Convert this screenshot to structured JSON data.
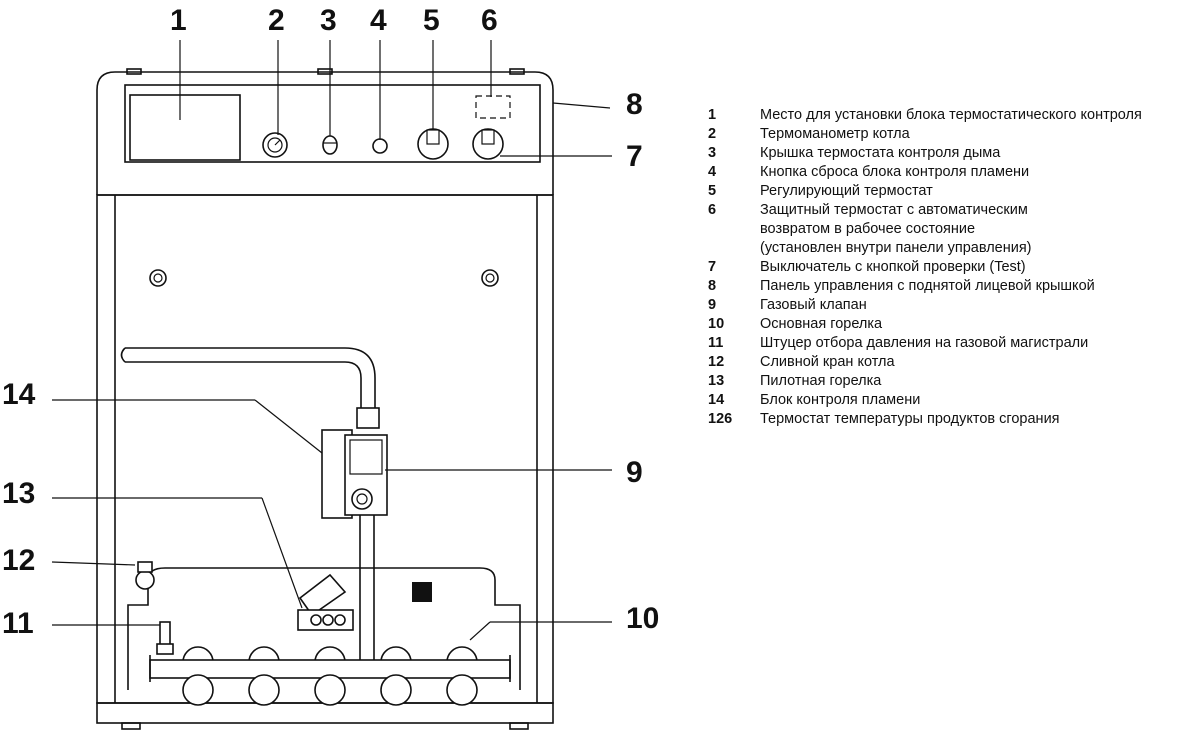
{
  "callouts": {
    "c1": "1",
    "c2": "2",
    "c3": "3",
    "c4": "4",
    "c5": "5",
    "c6": "6",
    "c7": "7",
    "c8": "8",
    "c9": "9",
    "c10": "10",
    "c11": "11",
    "c12": "12",
    "c13": "13",
    "c14": "14"
  },
  "legend": [
    {
      "num": "1",
      "text": "Место для установки блока термостатического контроля"
    },
    {
      "num": "2",
      "text": "Термоманометр котла"
    },
    {
      "num": "3",
      "text": "Крышка термостата контроля дыма"
    },
    {
      "num": "4",
      "text": "Кнопка сброса блока контроля пламени"
    },
    {
      "num": "5",
      "text": "Регулирующий термостат"
    },
    {
      "num": "6",
      "text": "Защитный термостат с автоматическим\nвозвратом в рабочее состояние\n(установлен внутри панели управления)"
    },
    {
      "num": "7",
      "text": "Выключатель с кнопкой проверки (Test)"
    },
    {
      "num": "8",
      "text": "Панель управления с поднятой лицевой крышкой"
    },
    {
      "num": "9",
      "text": "Газовый клапан"
    },
    {
      "num": "10",
      "text": "Основная горелка"
    },
    {
      "num": "11",
      "text": "Штуцер отбора давления на газовой магистрали"
    },
    {
      "num": "12",
      "text": "Сливной кран котла"
    },
    {
      "num": "13",
      "text": "Пилотная горелка"
    },
    {
      "num": "14",
      "text": "Блок контроля пламени"
    },
    {
      "num": "126",
      "text": "Термостат температуры продуктов сгорания"
    }
  ]
}
